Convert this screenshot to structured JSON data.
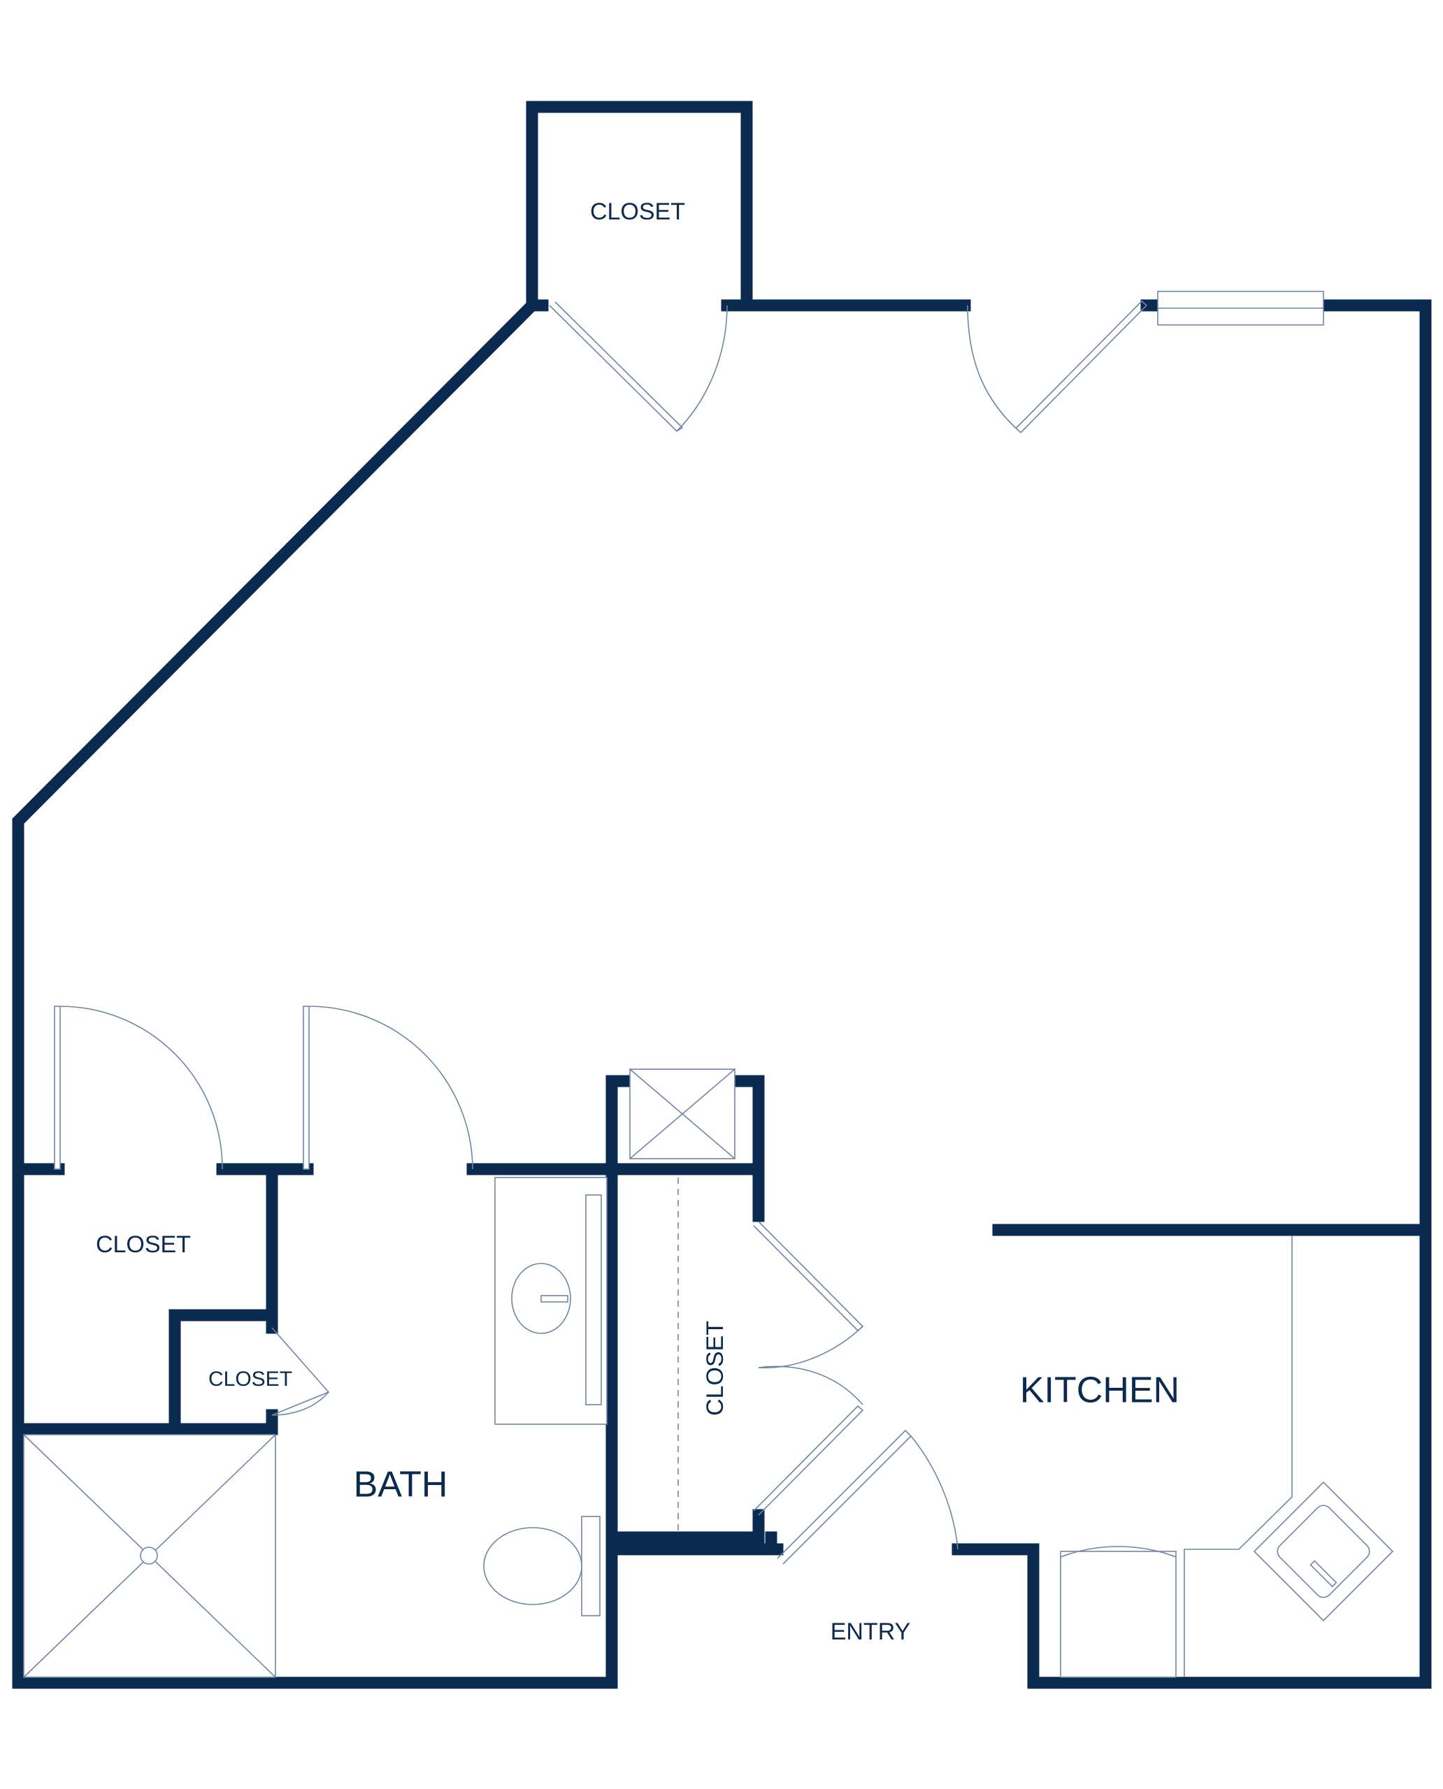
{
  "plan": {
    "wall_color": "#0b2a4f",
    "fixture_color": "#6f86a8",
    "labels": {
      "closet_top": "CLOSET",
      "closet_left": "CLOSET",
      "closet_small": "CLOSET",
      "closet_hall": "CLOSET",
      "bath": "BATH",
      "kitchen": "KITCHEN",
      "entry": "ENTRY"
    }
  }
}
